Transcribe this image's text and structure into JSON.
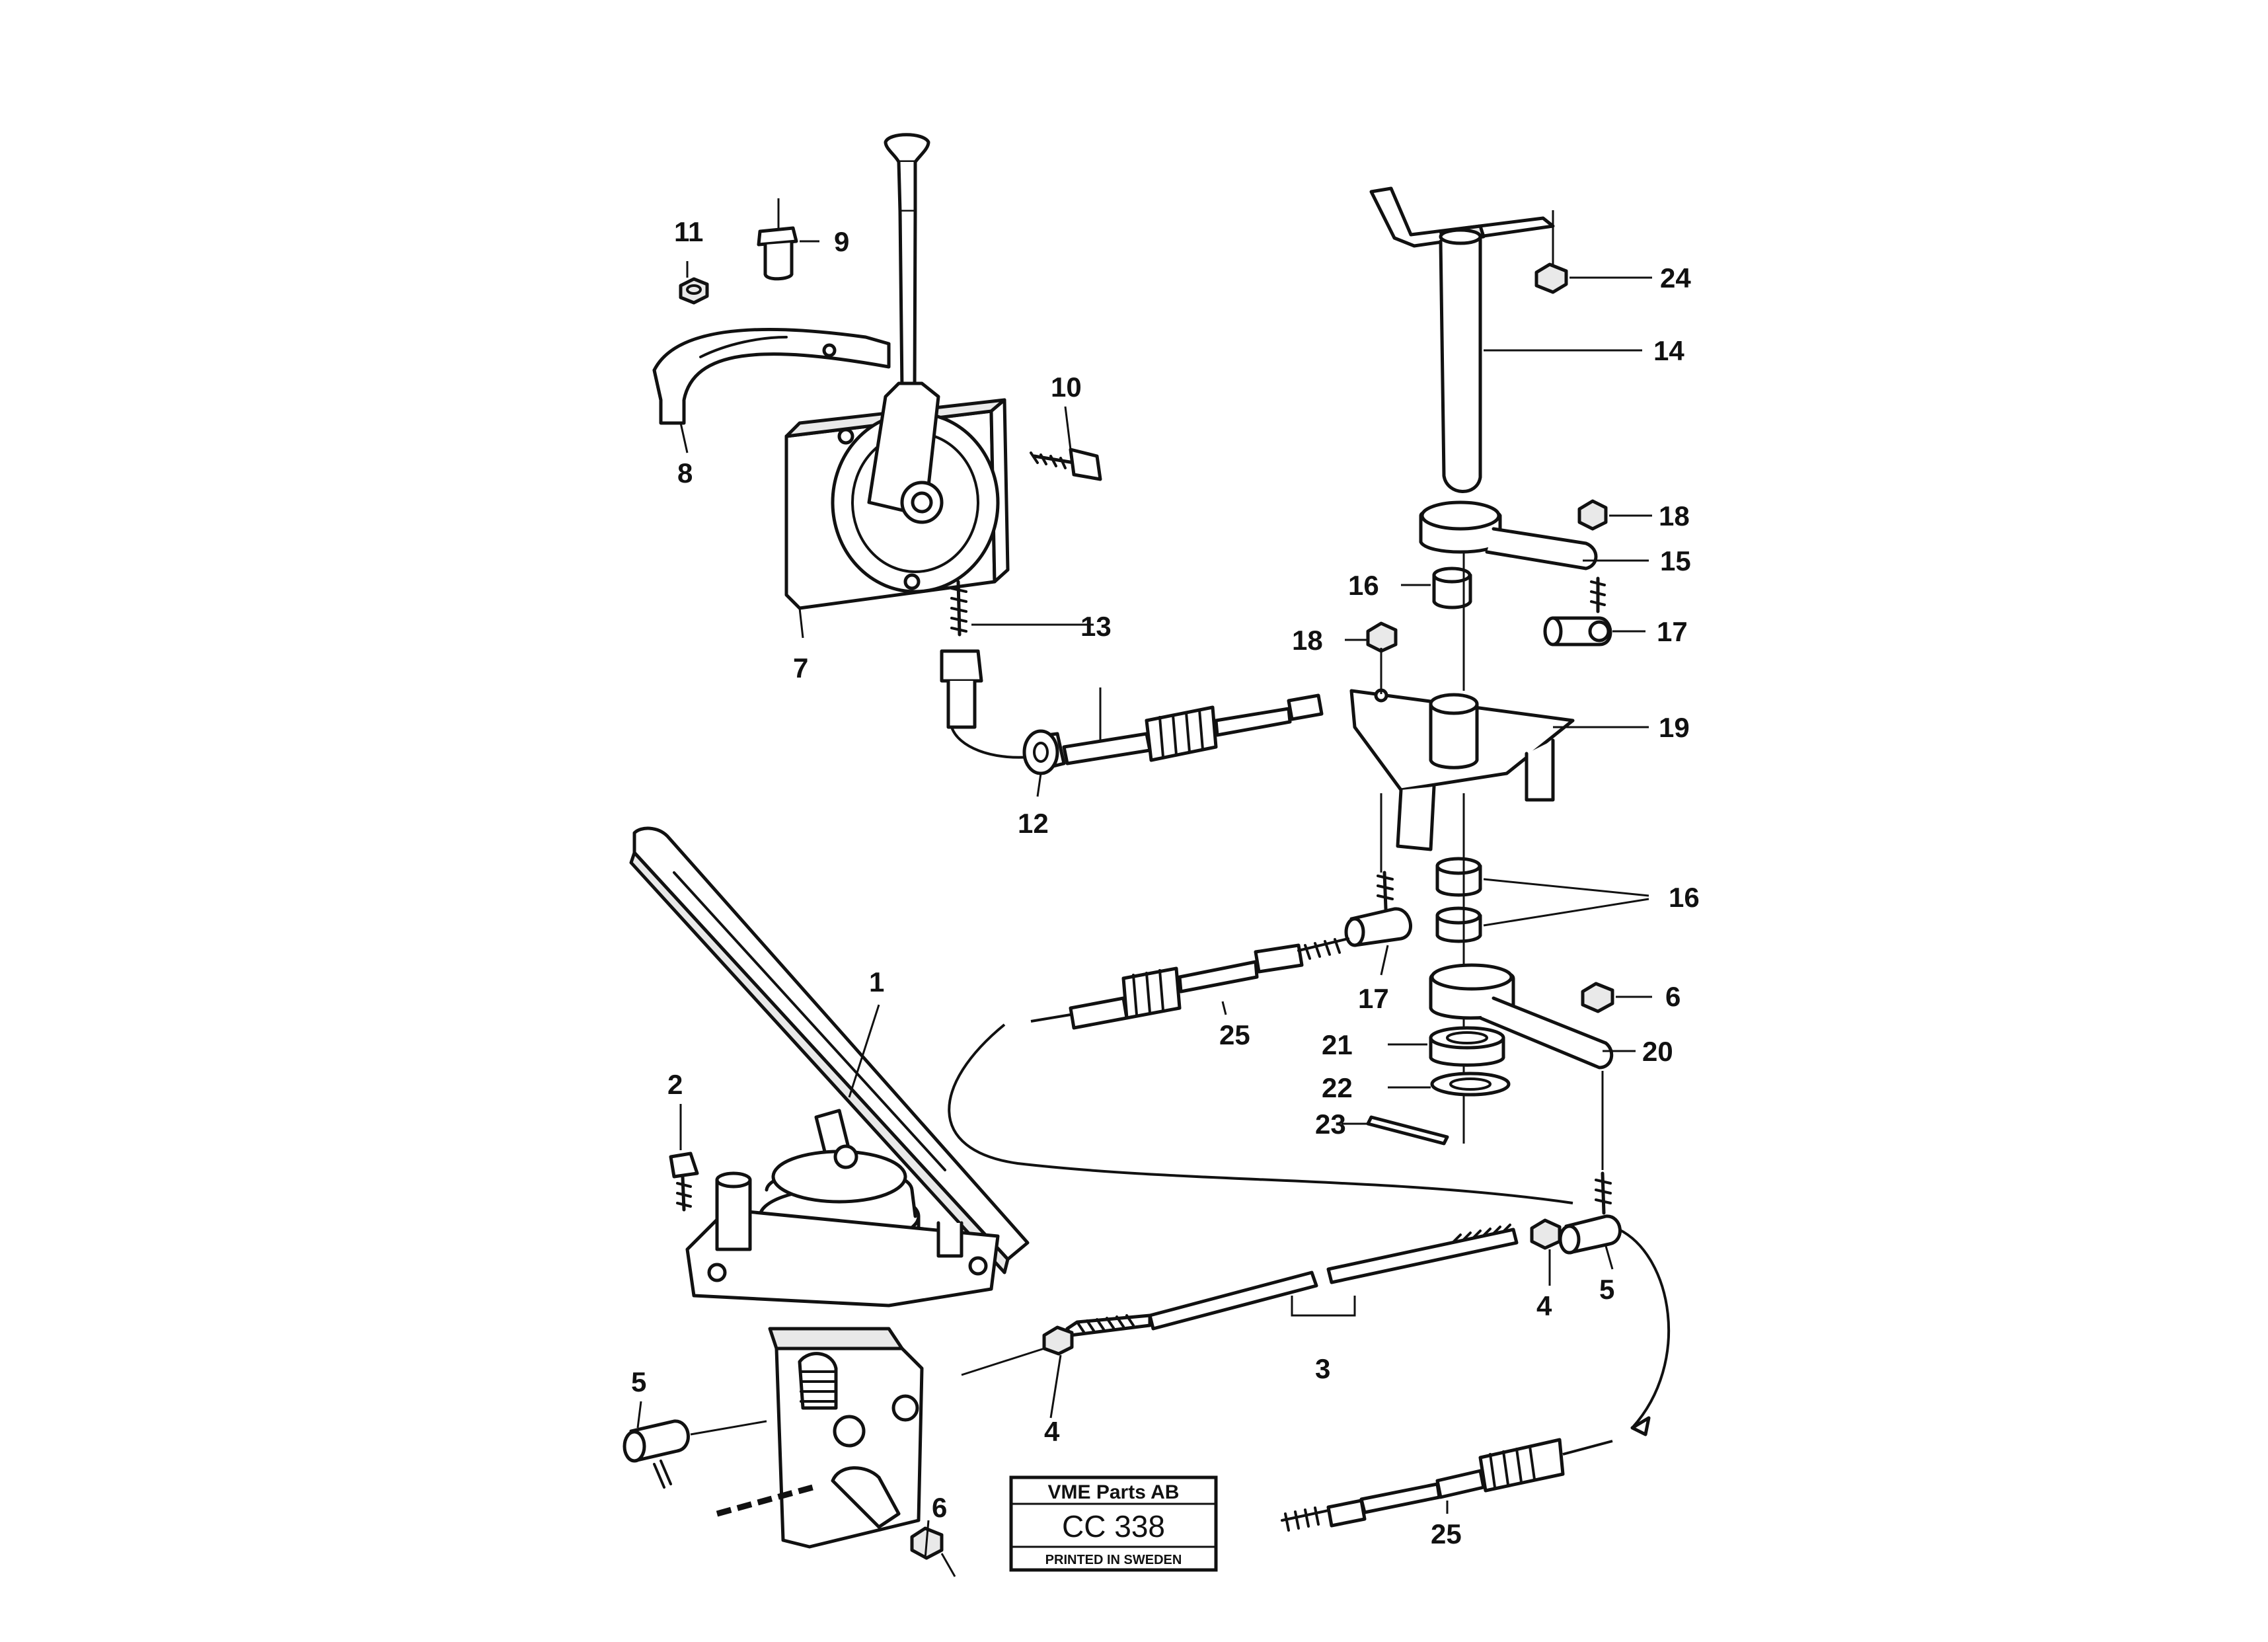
{
  "callouts": {
    "c1": "1",
    "c2": "2",
    "c3": "3",
    "c4a": "4",
    "c4b": "4",
    "c5a": "5",
    "c5b": "5",
    "c6a": "6",
    "c6b": "6",
    "c7": "7",
    "c8": "8",
    "c9": "9",
    "c10": "10",
    "c11": "11",
    "c12": "12",
    "c13": "13",
    "c14": "14",
    "c15": "15",
    "c16a": "16",
    "c16b": "16",
    "c17a": "17",
    "c17b": "17",
    "c18a": "18",
    "c18b": "18",
    "c19": "19",
    "c20": "20",
    "c21": "21",
    "c22": "22",
    "c23": "23",
    "c24": "24",
    "c25a": "25",
    "c25b": "25"
  },
  "stamp": {
    "company": "VME Parts AB",
    "code": "CC 338",
    "printed": "PRINTED IN SWEDEN"
  }
}
